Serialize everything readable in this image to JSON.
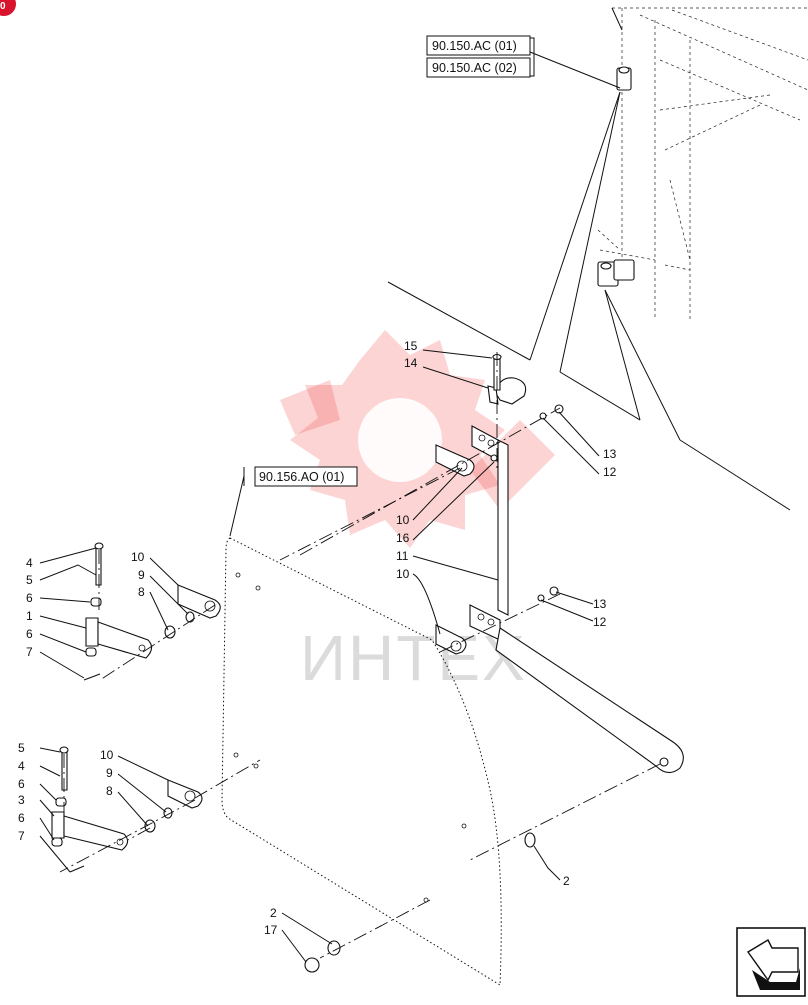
{
  "references": {
    "r1": "90.150.AC (01)",
    "r2": "90.150.AC (02)",
    "r3": "90.156.AO (01)"
  },
  "watermark": "ИНТЕХ",
  "callouts": {
    "c15": "15",
    "c14": "14",
    "c13a": "13",
    "c12a": "12",
    "c10a": "10",
    "c16": "16",
    "c11": "11",
    "c10b": "10",
    "c13b": "13",
    "c12b": "12",
    "c4a": "4",
    "c5a": "5",
    "c6a": "6",
    "c1": "1",
    "c6b": "6",
    "c7a": "7",
    "c10c": "10",
    "c9a": "9",
    "c8a": "8",
    "c5b": "5",
    "c4b": "4",
    "c6c": "6",
    "c3": "3",
    "c6d": "6",
    "c7b": "7",
    "c10d": "10",
    "c9b": "9",
    "c8b": "8",
    "c2a": "2",
    "c2b": "2",
    "c17": "17"
  },
  "icons": {
    "badge": "corner-badge-icon",
    "nav": "back-arrow-icon"
  },
  "colors": {
    "watermark": "#f03c3c",
    "badge": "#d8142c"
  }
}
